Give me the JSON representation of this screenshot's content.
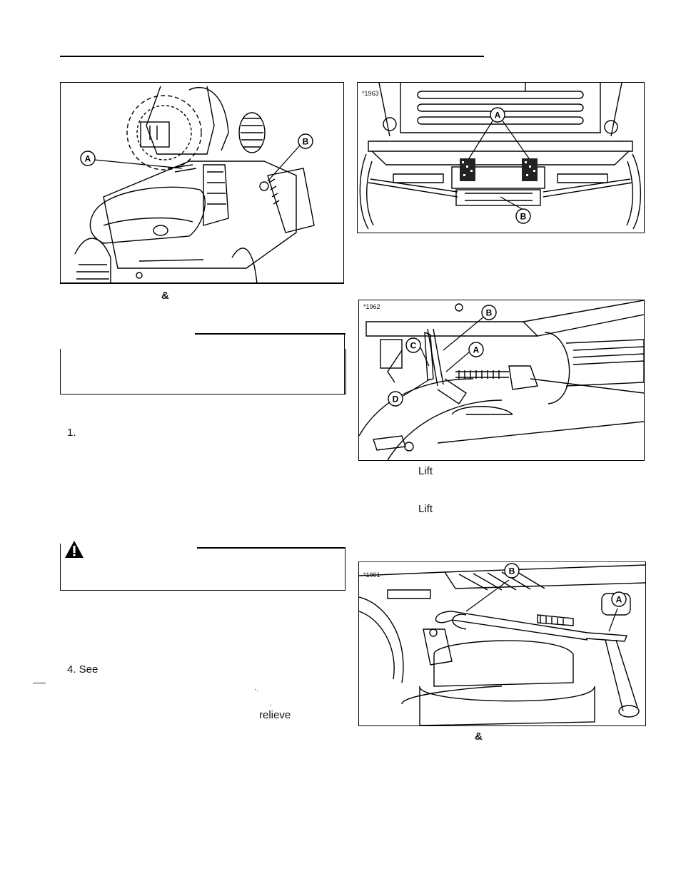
{
  "figures": {
    "fig1": {
      "callouts": [
        "A",
        "B"
      ]
    },
    "fig2": {
      "number": "*1963",
      "callouts": [
        "A",
        "B"
      ]
    },
    "fig3": {
      "number": "*1962",
      "callouts": [
        "A",
        "B",
        "C",
        "D"
      ]
    },
    "fig4": {
      "number": "*1961",
      "callouts": [
        "A",
        "B"
      ]
    }
  },
  "captions": {
    "fig1_amp": "&",
    "fig3_lift_1": "Lift",
    "fig3_lift_2": "Lift",
    "fig4_amp": "&"
  },
  "steps": {
    "step1": "1.",
    "step4": "4. See",
    "relieve": "relieve"
  }
}
